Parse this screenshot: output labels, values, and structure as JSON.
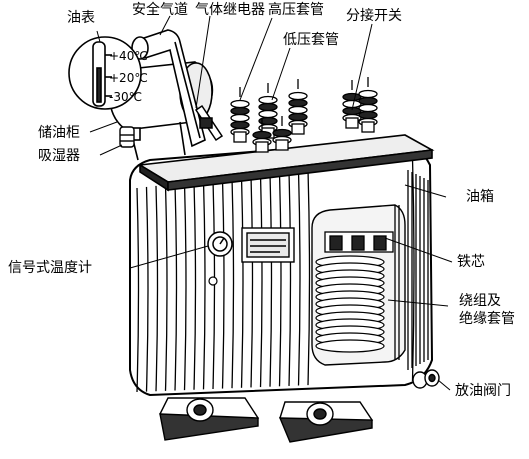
{
  "labels": {
    "oil_gauge": "油表",
    "safety_airway": "安全气道",
    "gas_relay": "气体继电器",
    "hv_bushing": "高压套管",
    "lv_bushing": "低压套管",
    "tap_changer": "分接开关",
    "conservator": "储油柜",
    "breather": "吸湿器",
    "oil_tank": "油箱",
    "signal_thermometer": "信号式温度计",
    "iron_core": "铁芯",
    "winding_line1": "绕组及",
    "winding_line2": "绝缘套管",
    "drain_valve": "放油阀门"
  },
  "gauge_ticks": [
    "+40℃",
    "+20℃",
    "-30℃"
  ]
}
